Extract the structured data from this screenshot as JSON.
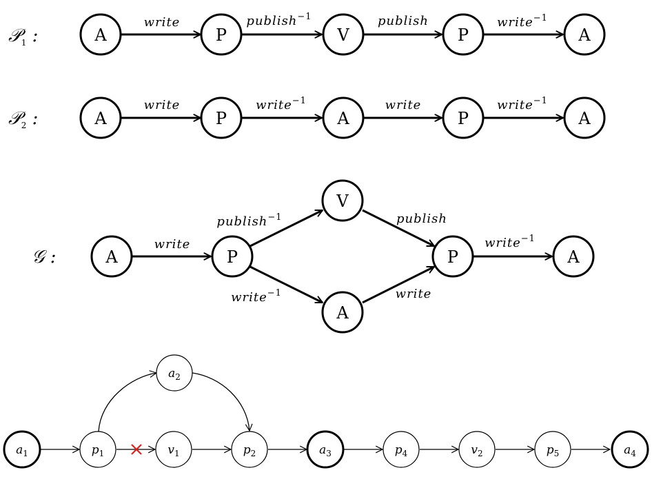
{
  "rows": {
    "p1": {
      "label": {
        "letter": "𝒫",
        "sub": "1",
        "suffix": " :"
      },
      "nodes": [
        "A",
        "P",
        "V",
        "P",
        "A"
      ],
      "edges": [
        {
          "text": "write",
          "sup": ""
        },
        {
          "text": "publish",
          "sup": "−1"
        },
        {
          "text": "publish",
          "sup": ""
        },
        {
          "text": "write",
          "sup": "−1"
        }
      ]
    },
    "p2": {
      "label": {
        "letter": "𝒫",
        "sub": "2",
        "suffix": " :"
      },
      "nodes": [
        "A",
        "P",
        "A",
        "P",
        "A"
      ],
      "edges": [
        {
          "text": "write",
          "sup": ""
        },
        {
          "text": "write",
          "sup": "−1"
        },
        {
          "text": "write",
          "sup": ""
        },
        {
          "text": "write",
          "sup": "−1"
        }
      ]
    }
  },
  "graph": {
    "label": {
      "letter": "𝒢",
      "suffix": " :"
    },
    "nodes": [
      "A",
      "P",
      "V",
      "A",
      "P",
      "A"
    ],
    "edges": [
      {
        "text": "write",
        "sup": ""
      },
      {
        "text": "publish",
        "sup": "−1"
      },
      {
        "text": "write",
        "sup": "−1"
      },
      {
        "text": "publish",
        "sup": ""
      },
      {
        "text": "write",
        "sup": ""
      },
      {
        "text": "write",
        "sup": "−1"
      }
    ]
  },
  "path": {
    "nodes": [
      {
        "base": "a",
        "sub": "1",
        "bold": true
      },
      {
        "base": "p",
        "sub": "1",
        "bold": false
      },
      {
        "base": "v",
        "sub": "1",
        "bold": false
      },
      {
        "base": "p",
        "sub": "2",
        "bold": false
      },
      {
        "base": "a",
        "sub": "3",
        "bold": true
      },
      {
        "base": "p",
        "sub": "4",
        "bold": false
      },
      {
        "base": "v",
        "sub": "2",
        "bold": false
      },
      {
        "base": "p",
        "sub": "5",
        "bold": false
      },
      {
        "base": "a",
        "sub": "4",
        "bold": true
      }
    ],
    "arc_node": {
      "base": "a",
      "sub": "2",
      "bold": false
    },
    "cross_color": "#e0201b"
  }
}
